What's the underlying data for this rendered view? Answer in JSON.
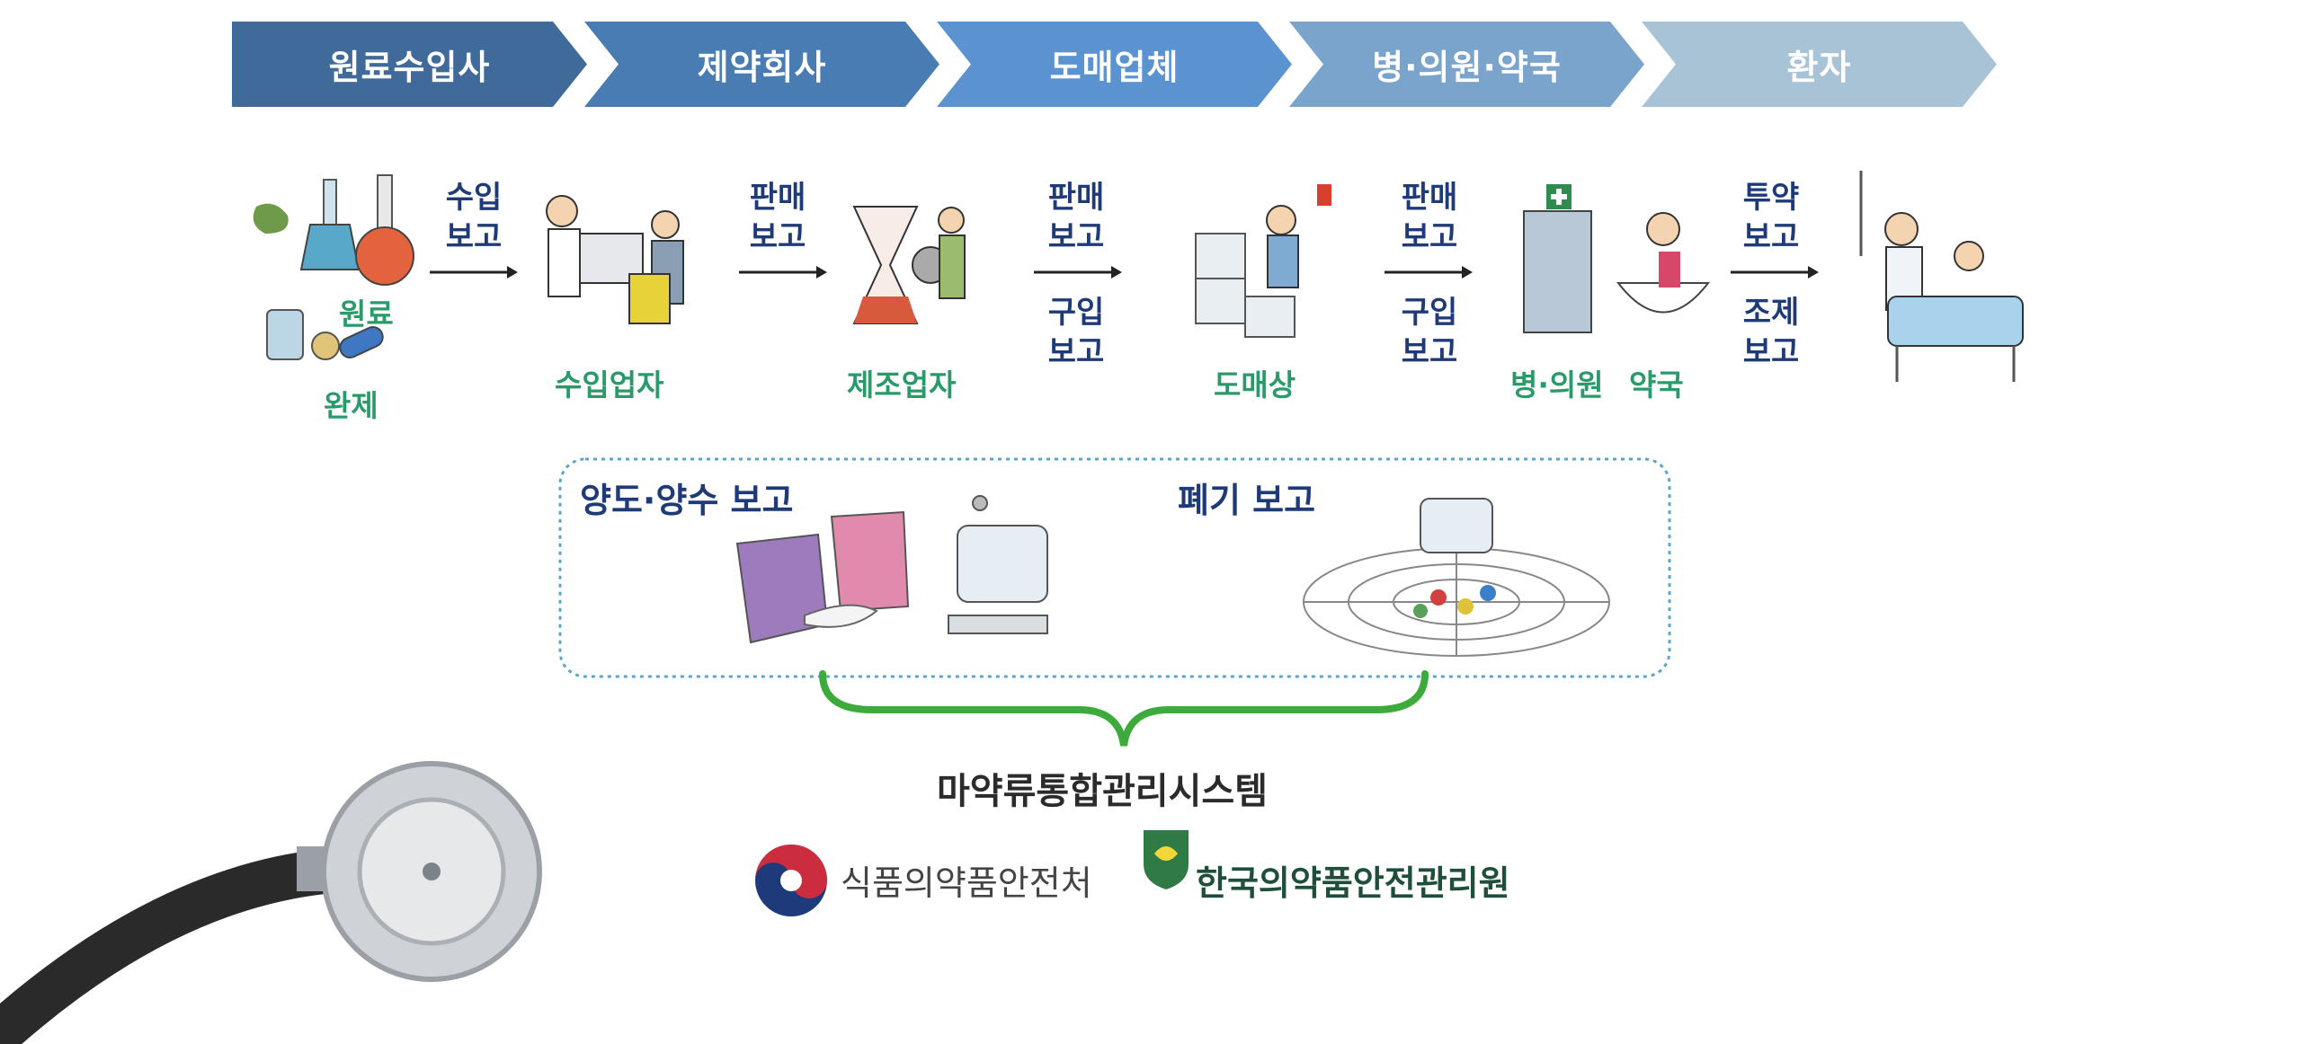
{
  "flow_steps": [
    {
      "label": "원료수입사",
      "color": "#3f6a99"
    },
    {
      "label": "제약회사",
      "color": "#4a7cb4"
    },
    {
      "label": "도매업체",
      "color": "#5b93d0"
    },
    {
      "label": "병·의원·약국",
      "color": "#7aa4cc"
    },
    {
      "label": "환자",
      "color": "#a9c3d6"
    }
  ],
  "actors": {
    "materials_raw": "원료",
    "materials_finished": "완제",
    "importer": "수입업자",
    "manufacturer": "제조업자",
    "wholesaler": "도매상",
    "clinic": "병·의원",
    "pharmacy": "약국"
  },
  "reports": {
    "import_1": "수입",
    "import_2": "보고",
    "sale1_1": "판매",
    "sale1_2": "보고",
    "sale2_1": "판매",
    "sale2_2": "보고",
    "buy2_1": "구입",
    "buy2_2": "보고",
    "sale3_1": "판매",
    "sale3_2": "보고",
    "buy3_1": "구입",
    "buy3_2": "보고",
    "admin_1": "투약",
    "admin_2": "보고",
    "prep_1": "조제",
    "prep_2": "보고"
  },
  "box": {
    "transfer_title": "양도·양수 보고",
    "disposal_title": "폐기 보고"
  },
  "system_title": "마약류통합관리시스템",
  "logos": {
    "mfds": "식품의약품안전처",
    "kids": "한국의약품안전관리원"
  },
  "colors": {
    "green_label": "#2a9a6a",
    "navy_label": "#1f3a78",
    "brace": "#3cab3c",
    "dotted_border": "#59a7c7"
  }
}
